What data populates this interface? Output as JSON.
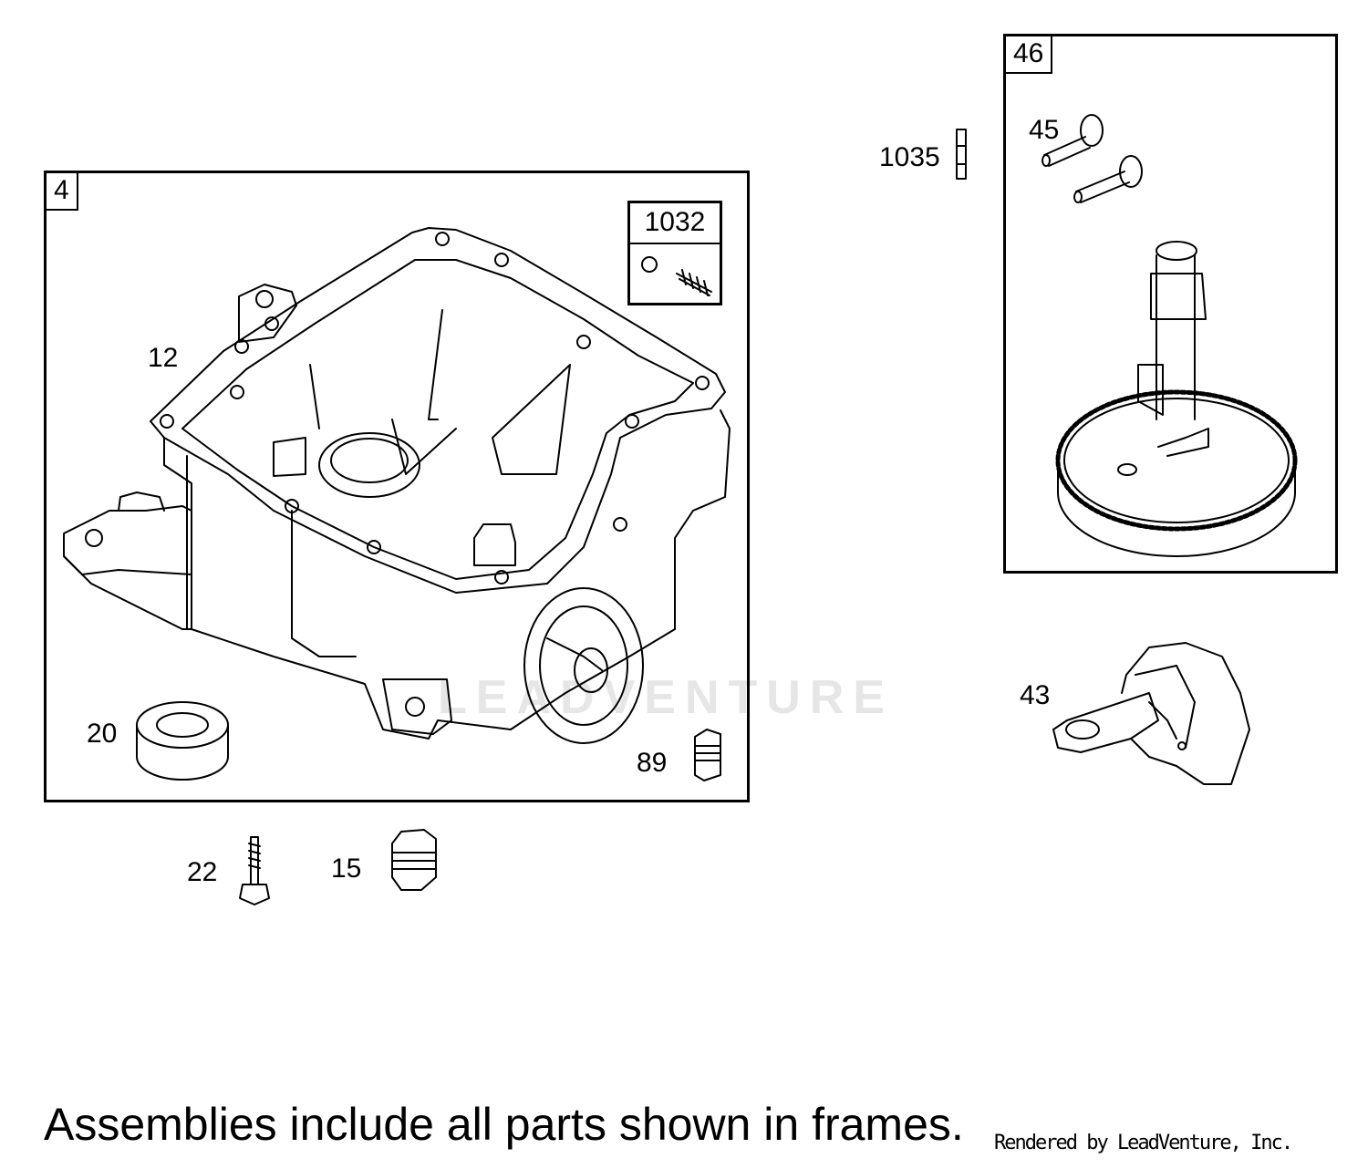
{
  "diagram": {
    "frames": [
      {
        "id": "4",
        "label": "4"
      },
      {
        "id": "1032",
        "label": "1032"
      },
      {
        "id": "46",
        "label": "46"
      }
    ],
    "callouts": {
      "c12": "12",
      "c20": "20",
      "c89": "89",
      "c22": "22",
      "c15": "15",
      "c1035": "1035",
      "c45": "45",
      "c43": "43"
    },
    "watermark": "LEADVENTURE",
    "footer": {
      "note": "Assemblies include all parts shown in frames.",
      "credit": "Rendered by LeadVenture, Inc."
    }
  }
}
